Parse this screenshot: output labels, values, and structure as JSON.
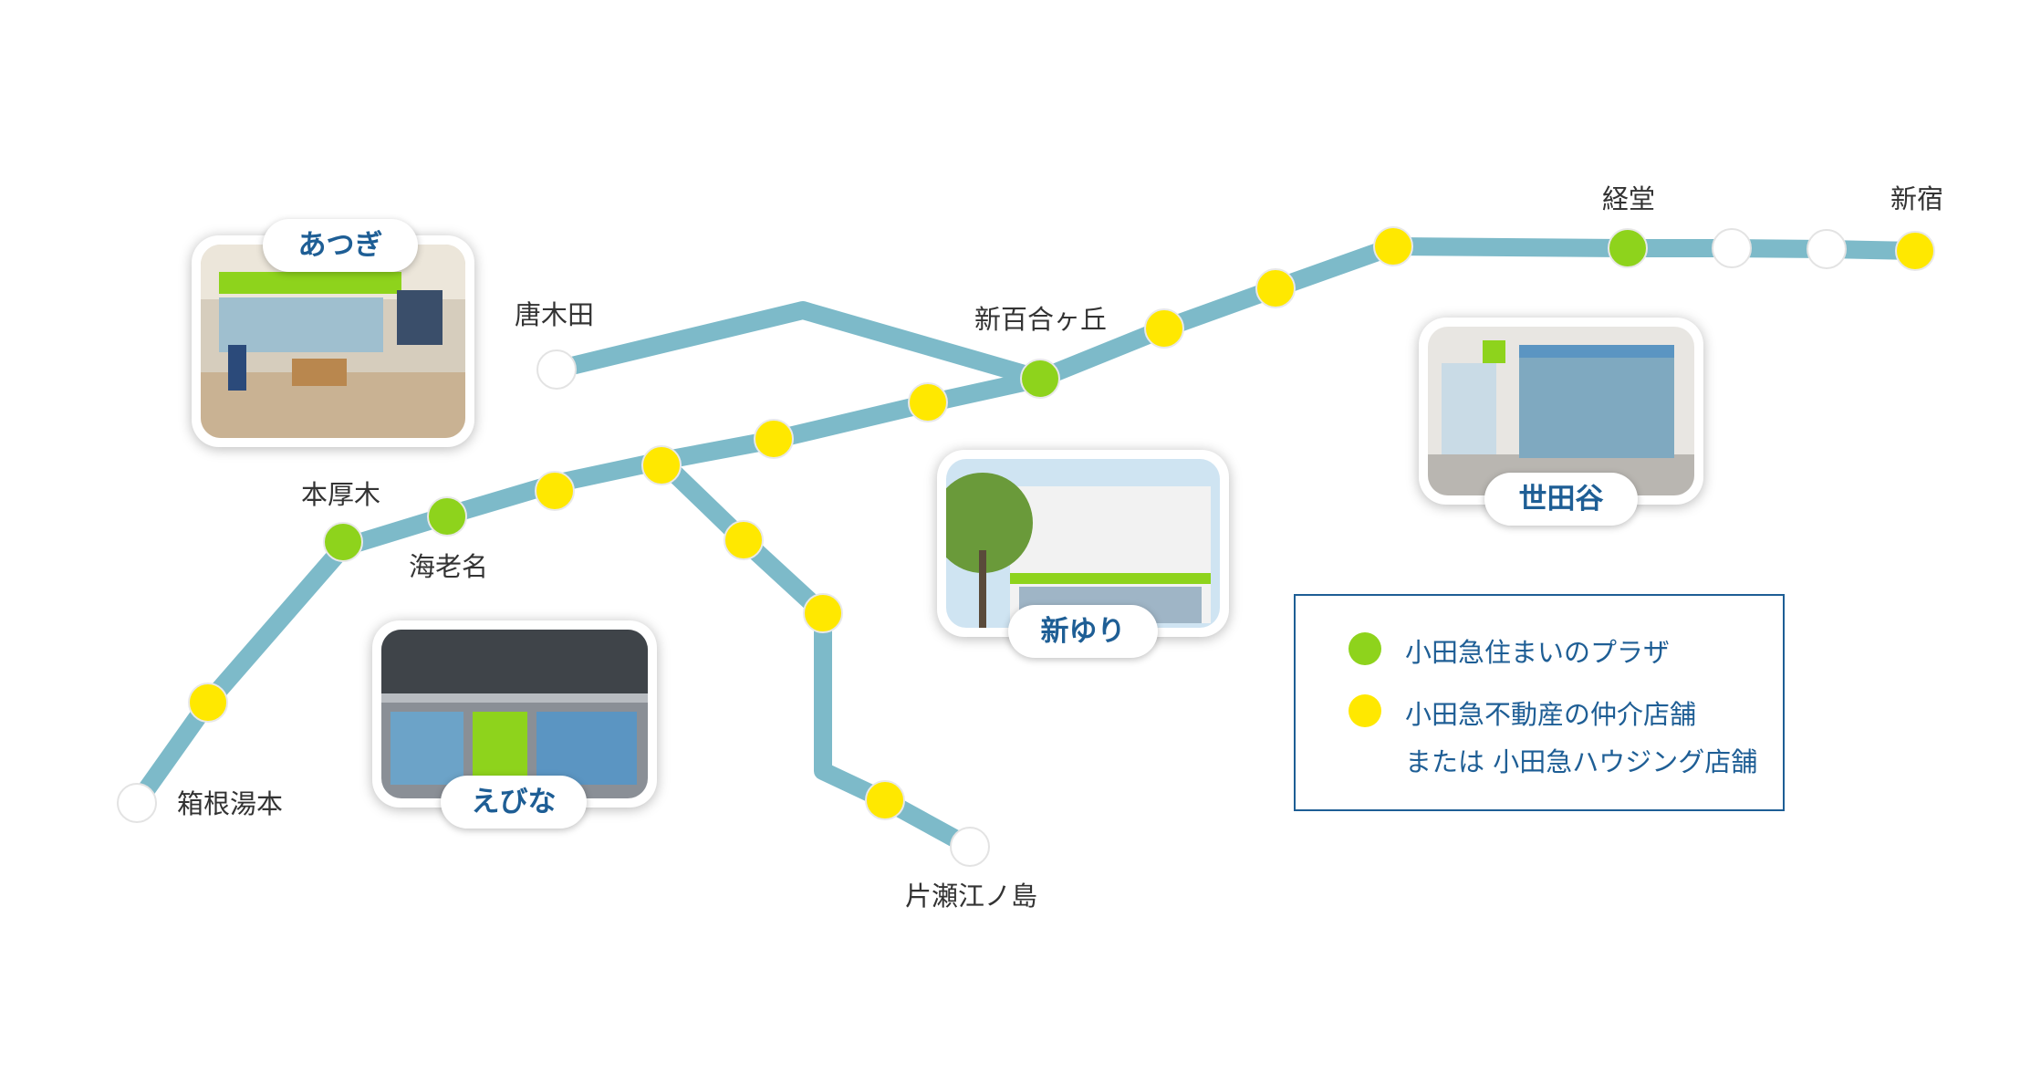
{
  "map": {
    "line_color": "#7dbac9",
    "stations": [
      {
        "id": "hakone-yumoto",
        "label": "箱根湯本",
        "type": "other"
      },
      {
        "id": "hon-atsugi",
        "label": "本厚木",
        "type": "plaza"
      },
      {
        "id": "ebina",
        "label": "海老名",
        "type": "plaza"
      },
      {
        "id": "karakida",
        "label": "唐木田",
        "type": "other"
      },
      {
        "id": "shin-yurigaoka",
        "label": "新百合ヶ丘",
        "type": "plaza"
      },
      {
        "id": "katase-enoshima",
        "label": "片瀬江ノ島",
        "type": "other"
      },
      {
        "id": "kyodo",
        "label": "経堂",
        "type": "plaza"
      },
      {
        "id": "shinjuku",
        "label": "新宿",
        "type": "broker"
      }
    ],
    "colors": {
      "plaza": "#8ed31c",
      "broker": "#ffe800",
      "other": "#ffffff"
    }
  },
  "callouts": [
    {
      "id": "atsugi",
      "label": "あつぎ"
    },
    {
      "id": "ebina",
      "label": "えびな"
    },
    {
      "id": "shinyuri",
      "label": "新ゆり"
    },
    {
      "id": "setagaya",
      "label": "世田谷"
    }
  ],
  "legend": {
    "plaza_label": "小田急住まいのプラザ",
    "broker_label_line1": "小田急不動産の仲介店舗",
    "broker_label_line2": "または 小田急ハウジング店舗",
    "border_color": "#1e5e95",
    "text_color": "#1e5e95"
  }
}
